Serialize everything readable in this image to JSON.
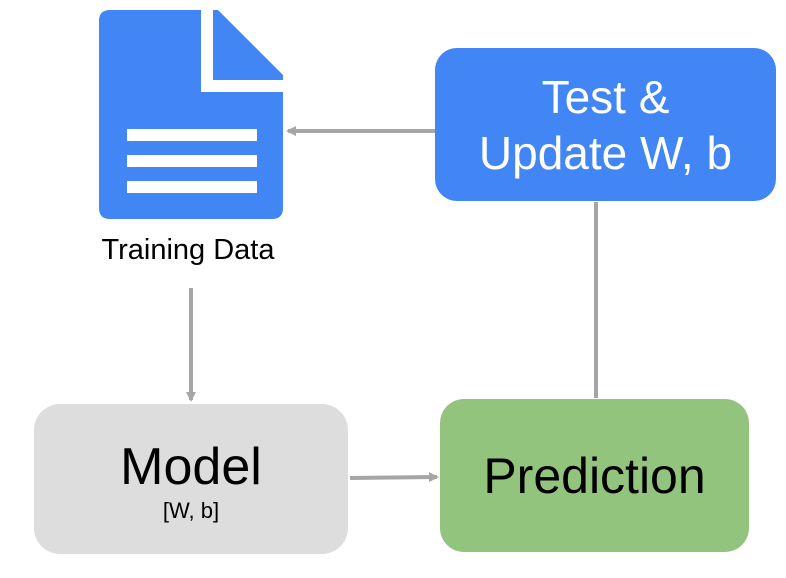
{
  "colors": {
    "document": "#4285f4",
    "test_box": "#4285f4",
    "model_box": "#dddddd",
    "prediction_box": "#93c47d",
    "arrow": "#a6a6a6",
    "background": "#ffffff"
  },
  "icons": {
    "training_data": "document-icon"
  },
  "training_data": {
    "label": "Training Data"
  },
  "test_update": {
    "line1": "Test &",
    "line2": "Update W, b"
  },
  "model": {
    "title": "Model",
    "params": "[W, b]"
  },
  "prediction": {
    "label": "Prediction"
  }
}
